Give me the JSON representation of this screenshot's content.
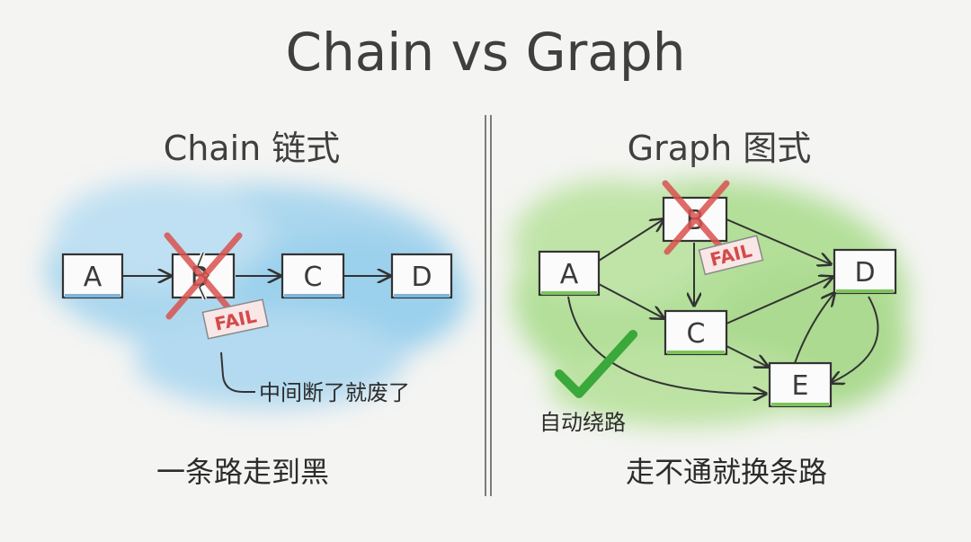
{
  "title": "Chain vs Graph",
  "chain": {
    "heading": "Chain 链式",
    "nodes": [
      "A",
      "B",
      "C",
      "D"
    ],
    "fail_label": "FAIL",
    "annotation": "中间断了就废了",
    "caption": "一条路走到黑"
  },
  "graph": {
    "heading": "Graph 图式",
    "nodes": [
      "A",
      "B",
      "C",
      "D",
      "E"
    ],
    "fail_label": "FAIL",
    "annotation": "自动绕路",
    "caption": "走不通就换条路"
  },
  "colors": {
    "chain_wash": "#9fd2ee",
    "graph_wash": "#a8dc8a",
    "fail_red": "#d9534f",
    "check_green": "#3aa83a"
  }
}
